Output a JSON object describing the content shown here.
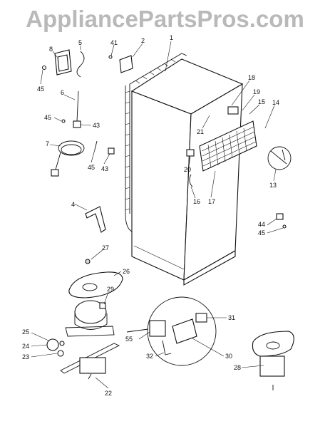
{
  "watermark": "AppliancePartsPros.com",
  "labels": {
    "p1": "1",
    "p2": "2",
    "p4": "4",
    "p5": "5",
    "p6": "6",
    "p7": "7",
    "p8": "8",
    "p13": "13",
    "p14": "14",
    "p15": "15",
    "p16": "16",
    "p17": "17",
    "p18": "18",
    "p19": "19",
    "p20": "20",
    "p21": "21",
    "p22": "22",
    "p23": "23",
    "p24": "24",
    "p25": "25",
    "p26": "26",
    "p27": "27",
    "p28": "28",
    "p29": "29",
    "p30": "30",
    "p31": "31",
    "p32": "32",
    "p41": "41",
    "p43a": "43",
    "p43b": "43",
    "p44": "44",
    "p45a": "45",
    "p45b": "45",
    "p45c": "45",
    "p45d": "45",
    "p45e": "45",
    "p55": "55"
  }
}
